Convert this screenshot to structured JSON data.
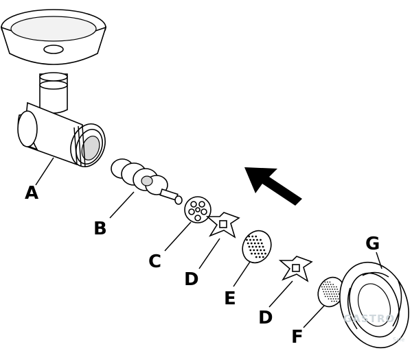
{
  "labels": {
    "A": "A",
    "B": "B",
    "C": "C",
    "D1": "D",
    "E": "E",
    "D2": "D",
    "F": "F",
    "G": "G"
  },
  "watermark": {
    "text": "GASTRO",
    "sub": "Sale"
  }
}
